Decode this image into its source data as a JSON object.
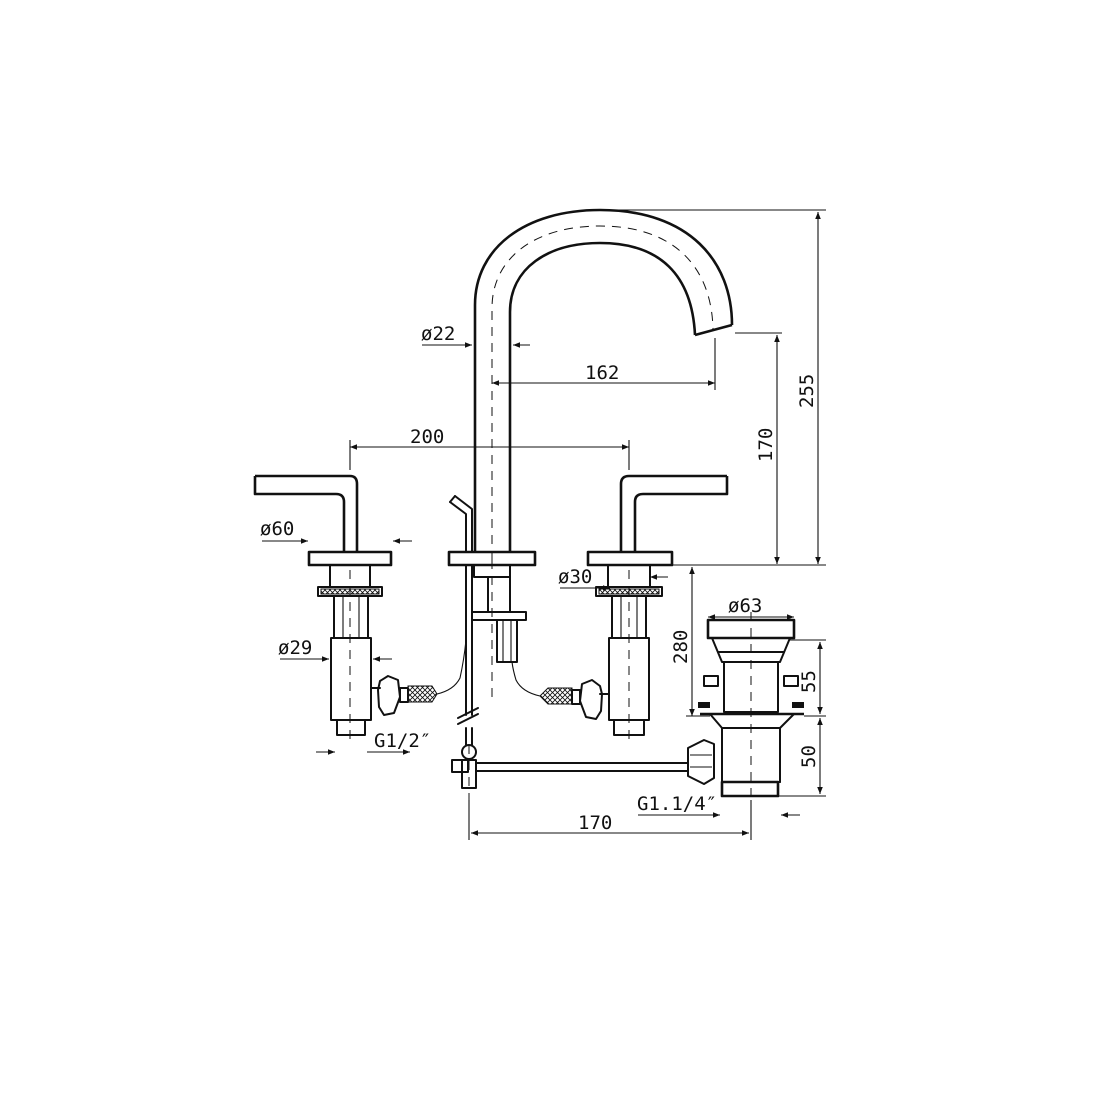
{
  "drawing": {
    "dimensions": {
      "spout_diameter": "ø22",
      "spout_reach": "162",
      "handle_spacing": "200",
      "spout_height": "170",
      "overall_height": "255",
      "rosette_diameter": "ø60",
      "valve_body_diameter": "ø29",
      "inlet_thread": "G1/2″",
      "handle_base_diameter": "ø30",
      "shank_length": "280",
      "waste_flange_diameter": "ø63",
      "waste_upper_height": "55",
      "waste_lower_height": "50",
      "waste_thread": "G1.1/4″",
      "rod_length": "170"
    }
  }
}
